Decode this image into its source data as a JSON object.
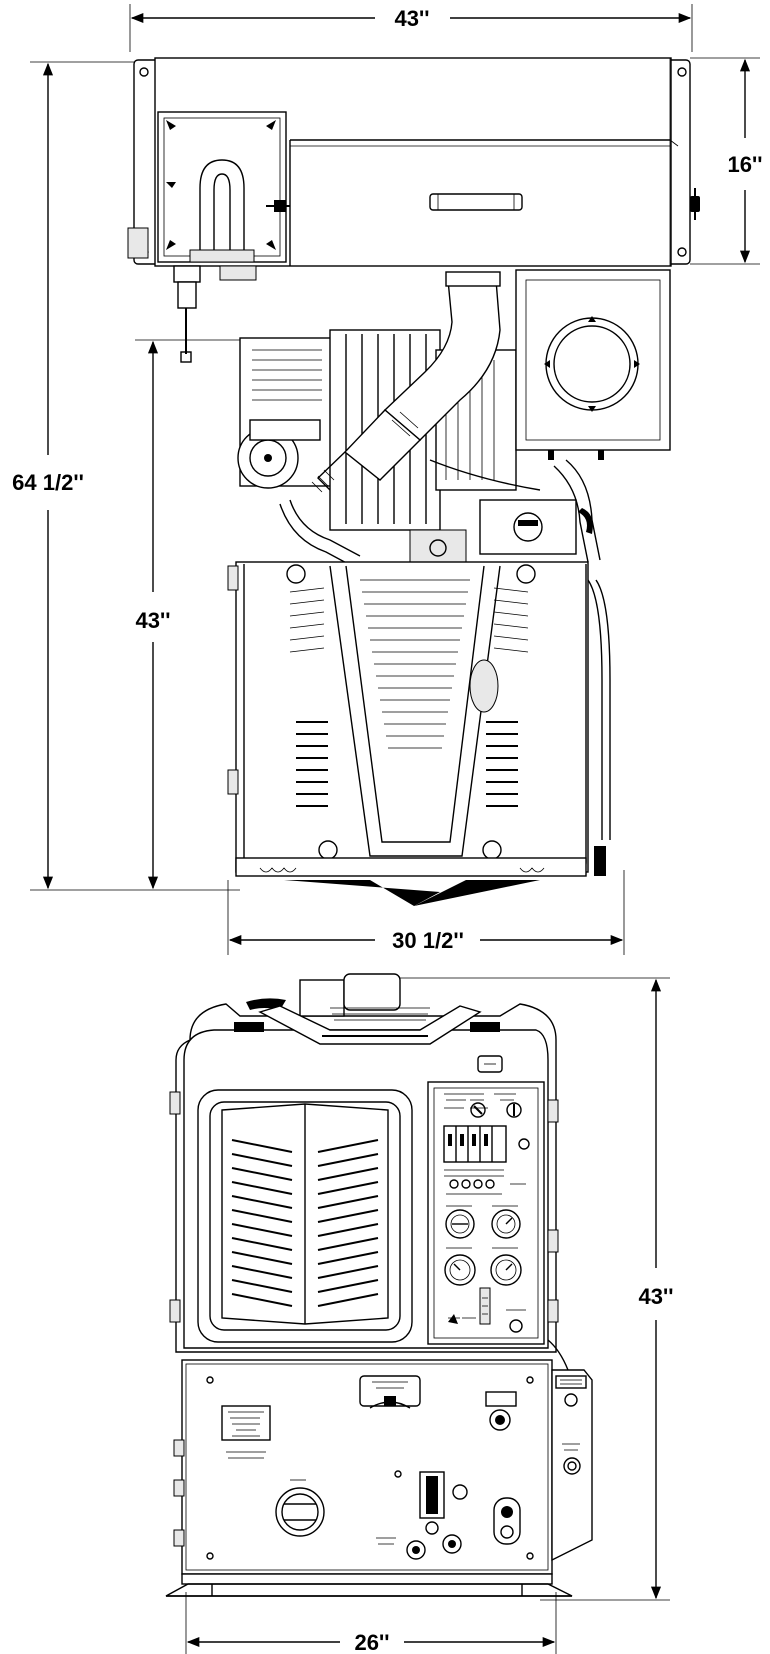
{
  "dimensions": {
    "top_width": "43''",
    "top_section_height": "16''",
    "overall_height": "64 1/2''",
    "unit_height": "43''",
    "base_width": "30 1/2''",
    "front_height": "43''",
    "front_width": "26''"
  },
  "colors": {
    "line": "#000000",
    "background": "#ffffff"
  }
}
